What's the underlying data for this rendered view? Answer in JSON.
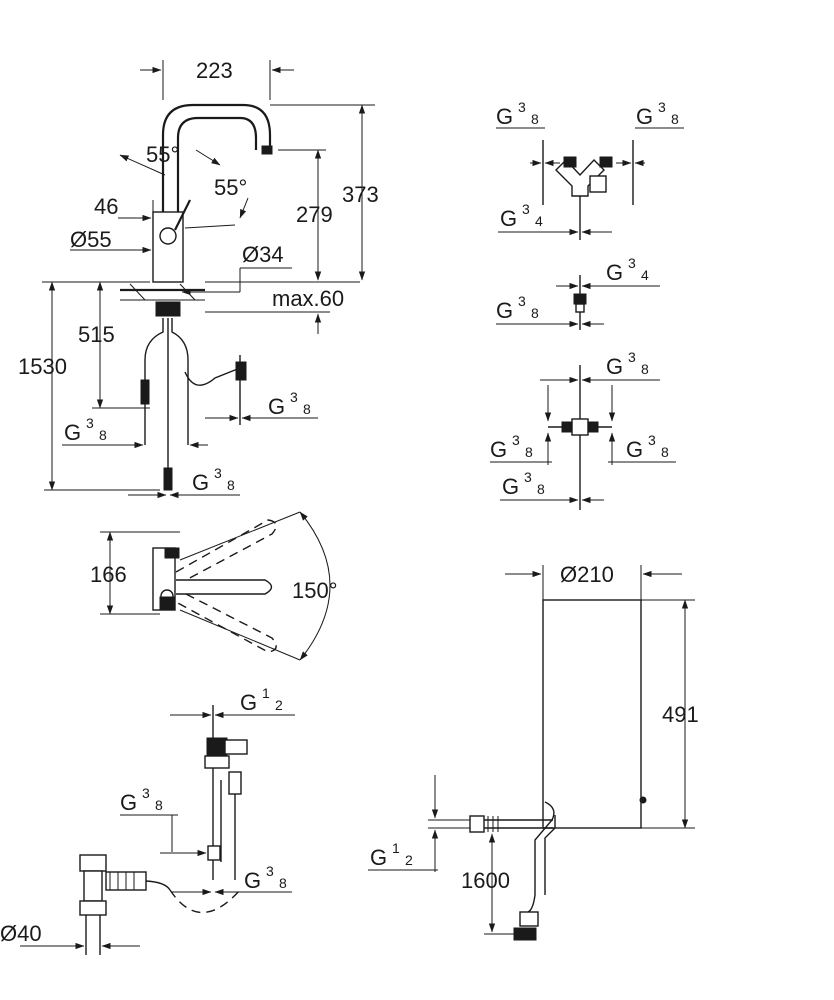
{
  "faucet": {
    "width": "223",
    "swivel_a": "55°",
    "swivel_b": "55°",
    "lever": "46",
    "body_dia": "Ø55",
    "hole_dia": "Ø34",
    "height": "373",
    "spout": "279",
    "max_deck": "max.60",
    "below": "515",
    "total": "1530",
    "conn_a": "G",
    "conn_a_num": "3",
    "conn_a_den": "8",
    "conn_b": "G",
    "conn_b_num": "3",
    "conn_b_den": "8",
    "conn_c": "G",
    "conn_c_num": "3",
    "conn_c_den": "8"
  },
  "plan": {
    "depth": "166",
    "rotation": "150°"
  },
  "tee": {
    "in_left": "G",
    "in_left_num": "3",
    "in_left_den": "8",
    "in_right": "G",
    "in_right_num": "3",
    "in_right_den": "8",
    "out": "G",
    "out_num": "3",
    "out_den": "4"
  },
  "adapter": {
    "top": "G",
    "top_num": "3",
    "top_den": "4",
    "bottom": "G",
    "bottom_num": "3",
    "bottom_den": "8"
  },
  "cross": {
    "top": "G",
    "top_num": "3",
    "top_den": "8",
    "left": "G",
    "left_num": "3",
    "left_den": "8",
    "right": "G",
    "right_num": "3",
    "right_den": "8",
    "bottom": "G",
    "bottom_num": "3",
    "bottom_den": "8"
  },
  "valve": {
    "top": "G",
    "top_num": "1",
    "top_den": "2",
    "mid": "G",
    "mid_num": "3",
    "mid_den": "8",
    "low": "G",
    "low_num": "3",
    "low_den": "8",
    "drain": "Ø40"
  },
  "filter": {
    "dia": "Ø210",
    "height": "491",
    "conn": "G",
    "conn_num": "1",
    "conn_den": "2",
    "hose": "1600"
  }
}
